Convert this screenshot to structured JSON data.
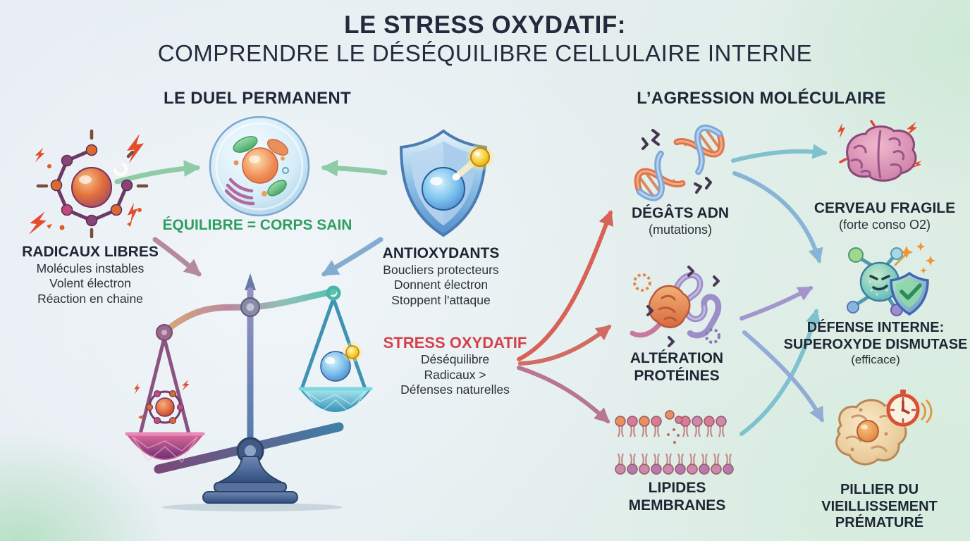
{
  "title": {
    "line1": "LE STRESS OXYDATIF:",
    "line2": "COMPRENDRE LE DÉSÉQUILIBRE CELLULAIRE INTERNE"
  },
  "sections": {
    "duel": "LE DUEL PERMANENT",
    "agression": "L’AGRESSION MOLÉCULAIRE"
  },
  "duel": {
    "radicaux": {
      "title": "RADICAUX LIBRES",
      "line1": "Molécules instables",
      "line2": "Volent électron",
      "line3": "Réaction en chaine"
    },
    "equilibre": {
      "title": "ÉQUILIBRE = CORPS SAIN"
    },
    "antioxydants": {
      "title": "ANTIOXYDANTS",
      "line1": "Boucliers protecteurs",
      "line2": "Donnent électron",
      "line3": "Stoppent l'attaque"
    },
    "stress": {
      "title": "STRESS OXYDATIF",
      "line1": "Déséquilibre",
      "line2": "Radicaux >",
      "line3": "Défenses naturelles"
    }
  },
  "agression": {
    "adn": {
      "title": "DÉGÂTS ADN",
      "sub": "(mutations)"
    },
    "proteines": {
      "title1": "ALTÉRATION",
      "title2": "PROTÉINES"
    },
    "lipides": {
      "title1": "LIPIDES",
      "title2": "MEMBRANES"
    },
    "cerveau": {
      "title": "CERVEAU FRAGILE",
      "sub": "(forte conso O2)"
    },
    "defense": {
      "title1": "DÉFENSE INTERNE:",
      "title2": "SUPEROXYDE DISMUTASE",
      "sub": "(efficace)"
    },
    "vieillissement": {
      "title1": "PILLIER DU",
      "title2": "VIEILLISSEMENT",
      "title3": "PRÉMATURÉ"
    }
  },
  "icons": {
    "free_radical": "free-radical-molecule-icon",
    "cell": "healthy-cell-icon",
    "shield": "antioxidant-shield-icon",
    "balance": "unbalanced-scale-icon",
    "dna": "dna-damage-icon",
    "protein": "misfolded-protein-icon",
    "lipid": "lipid-membrane-icon",
    "brain": "fragile-brain-icon",
    "sod": "sod-defense-shield-icon",
    "aging": "aging-cell-clock-icon"
  },
  "colors": {
    "heading": "#222a3c",
    "body_text": "#2c3038",
    "equilibre_green": "#2f9e62",
    "stress_red": "#d5414b",
    "arrow_green": "#8ac9a2",
    "arrow_mauve": "#b38598",
    "arrow_steel": "#7fa9cf",
    "arrow_red": "#d85a50",
    "arrow_coral": "#cf655c",
    "arrow_wine": "#b5708e",
    "arrow_teal": "#7bbfcd",
    "arrow_sky": "#84b3d6",
    "arrow_purple": "#9f92cc",
    "arrow_blue": "#8fa9d6"
  }
}
